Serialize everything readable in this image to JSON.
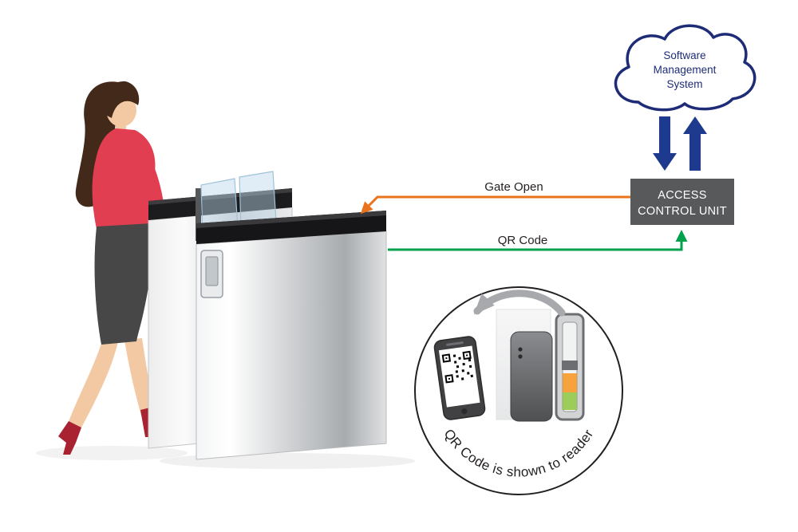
{
  "cloud": {
    "line1": "Software",
    "line2": "Management",
    "line3": "System"
  },
  "acu": {
    "line1": "ACCESS",
    "line2": "CONTROL UNIT"
  },
  "signals": {
    "gate_open": "Gate Open",
    "qr_code": "QR Code"
  },
  "inset": {
    "caption": "QR Code is shown to reader"
  },
  "icons": {
    "cloud": "cloud-shape",
    "down_arrow": "thick-blue-down-arrow",
    "up_arrow": "thick-blue-up-arrow",
    "curved_arrow": "curved-gray-arrow",
    "qr": "qr-code-graphic"
  },
  "colors": {
    "cloud_outline": "#1e2c77",
    "blue_arrow": "#1e3a8f",
    "orange_signal": "#e9731c",
    "green_signal": "#00a14b",
    "acu_bg": "#58595b",
    "acu_text": "#ffffff",
    "blouse_red": "#e23e52",
    "heel_red": "#a82232"
  }
}
